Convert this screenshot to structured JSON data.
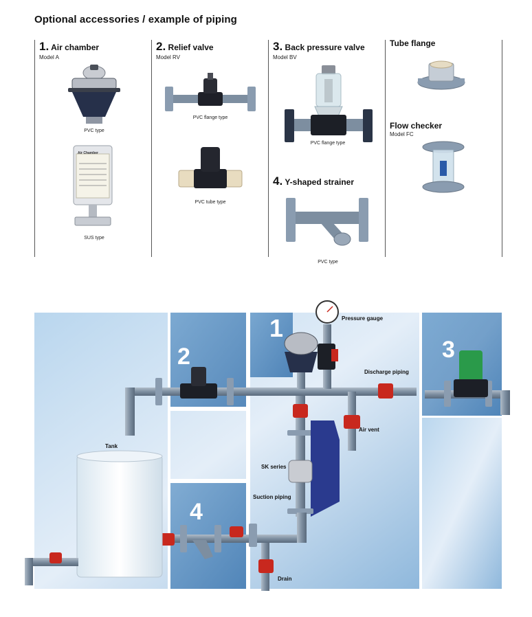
{
  "page_title": "Optional accessories / example of piping",
  "accessories": [
    {
      "num": "1.",
      "name": "Air chamber",
      "model": "Model A",
      "captions": [
        "PVC type",
        "SUS type"
      ]
    },
    {
      "num": "2.",
      "name": "Relief valve",
      "model": "Model RV",
      "captions": [
        "PVC flange type",
        "PVC tube type"
      ]
    },
    {
      "num": "3.",
      "name": "Back pressure valve",
      "model": "Model BV",
      "captions": [
        "PVC flange type"
      ]
    },
    {
      "num": "4.",
      "name": "Y-shaped strainer",
      "model": "",
      "captions": [
        "PVC type"
      ]
    },
    {
      "num": "",
      "name": "Tube flange",
      "model": "",
      "captions": []
    },
    {
      "num": "",
      "name": "Flow checker",
      "model": "Model FC",
      "captions": []
    }
  ],
  "air_chamber_plate": "Air Chamber",
  "diagram": {
    "labels": {
      "pressure_gauge": "Pressure gauge",
      "discharge_piping": "Discharge piping",
      "air_vent": "Air vent",
      "tank": "Tank",
      "sk_series": "SK series",
      "suction_piping": "Suction piping",
      "drain": "Drain"
    },
    "panel_numbers": [
      "1",
      "2",
      "3",
      "4"
    ]
  },
  "colors": {
    "pvc_gray": "#7d8ea0",
    "valve_red": "#c8281e",
    "pump_blue": "#2a3a8e",
    "relief_green": "#2a9a4a",
    "sky_blue": "#9cc4e4"
  }
}
